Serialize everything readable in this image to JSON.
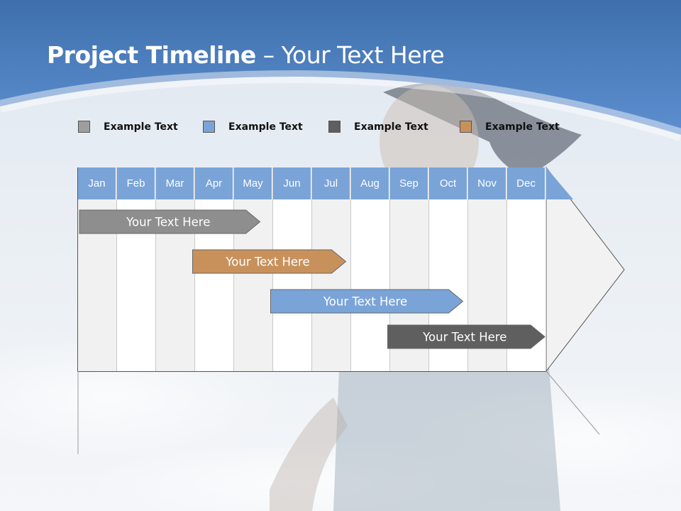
{
  "title": {
    "bold": "Project Timeline",
    "rest": " – Your Text Here"
  },
  "legend": [
    {
      "label": "Example Text",
      "color": "#9e9e9e"
    },
    {
      "label": "Example Text",
      "color": "#7aa4d8"
    },
    {
      "label": "Example Text",
      "color": "#5f5f5f"
    },
    {
      "label": "Example Text",
      "color": "#c8915c"
    }
  ],
  "months": [
    "Jan",
    "Feb",
    "Mar",
    "Apr",
    "May",
    "Jun",
    "Jul",
    "Aug",
    "Sep",
    "Oct",
    "Nov",
    "Dec"
  ],
  "tasks": [
    {
      "label": "Your  Text Here",
      "start_month": 1.0,
      "end_month": 4.7,
      "color": "#8e8e8e"
    },
    {
      "label": "Your  Text Here",
      "start_month": 3.9,
      "end_month": 6.9,
      "color": "#c8915c"
    },
    {
      "label": "Your  Text Here",
      "start_month": 5.9,
      "end_month": 9.9,
      "color": "#7aa4d8"
    },
    {
      "label": "Your  Text Here",
      "start_month": 8.9,
      "end_month": 12.0,
      "color": "#5f5f5f"
    }
  ]
}
